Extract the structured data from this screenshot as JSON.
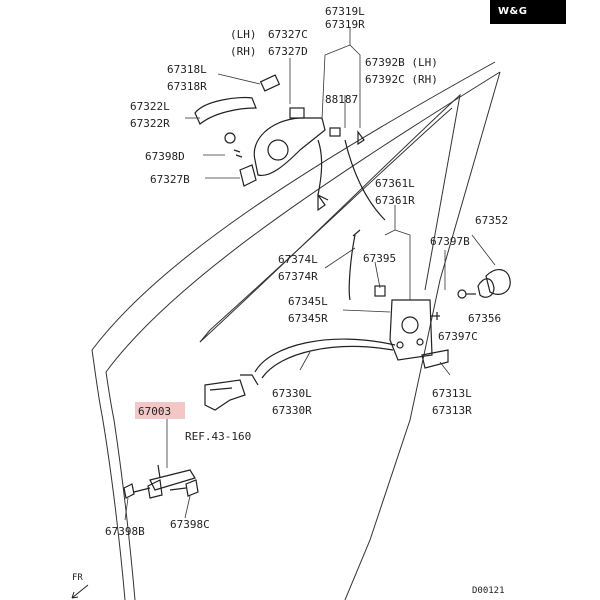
{
  "logo": {
    "text": "W&G"
  },
  "highlight_color": "#f4c7c7",
  "labels": {
    "p67319": "67319L",
    "p67319r": "67319R",
    "lh": "(LH)",
    "rh": "(RH)",
    "p67327c": "67327C",
    "p67327d": "67327D",
    "p67392b": "67392B (LH)",
    "p67392c": "67392C (RH)",
    "p67318l": "67318L",
    "p67318r": "67318R",
    "p88187": "88187",
    "p67322l": "67322L",
    "p67322r": "67322R",
    "p67398d": "67398D",
    "p67327b": "67327B",
    "p67361l": "67361L",
    "p67361r": "67361R",
    "p67352": "67352",
    "p67397b": "67397B",
    "p67374l": "67374L",
    "p67374r": "67374R",
    "p67395": "67395",
    "p67345l": "67345L",
    "p67345r": "67345R",
    "p67356": "67356",
    "p67397c": "67397C",
    "p67003": "67003",
    "p67330l": "67330L",
    "p67330r": "67330R",
    "p67313l": "67313L",
    "p67313r": "67313R",
    "ref": "REF.43-160",
    "p67398b": "67398B",
    "p67398c": "67398C",
    "fr": "FR",
    "code": "D00121"
  }
}
